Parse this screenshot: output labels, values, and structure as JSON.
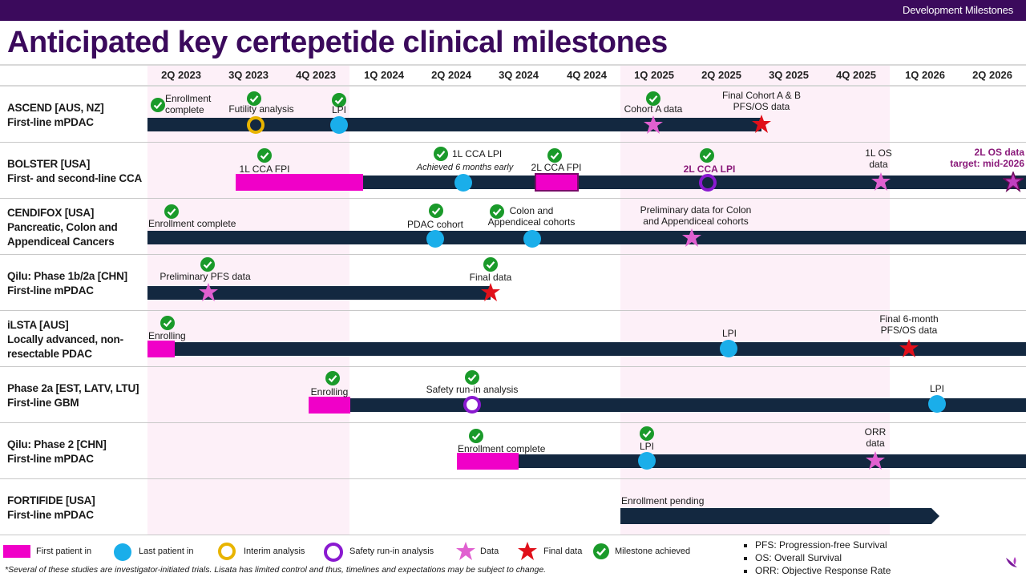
{
  "header": {
    "section_label": "Development Milestones"
  },
  "title": "Anticipated key certepetide clinical milestones",
  "quarters": [
    "2Q 2023",
    "3Q 2023",
    "4Q 2023",
    "1Q 2024",
    "2Q 2024",
    "3Q 2024",
    "4Q 2024",
    "1Q 2025",
    "2Q 2025",
    "3Q 2025",
    "4Q 2025",
    "1Q 2026",
    "2Q 2026"
  ],
  "trials": [
    {
      "name": "ASCEND [AUS, NZ]",
      "subtitle": "First-line mPDAC",
      "annotations": [
        "Enrollment\ncomplete",
        "Futility analysis",
        "LPI",
        "Cohort A data",
        "Final Cohort A & B\nPFS/OS data"
      ]
    },
    {
      "name": "BOLSTER [USA]",
      "subtitle": "First- and second-line CCA",
      "annotations": [
        "1L CCA FPI",
        "1L CCA LPI",
        "Achieved 6 months early",
        "2L CCA FPI",
        "2L CCA LPI",
        "1L OS\ndata",
        "2L OS data\ntarget: mid-2026"
      ]
    },
    {
      "name": "CENDIFOX [USA]",
      "subtitle": "Pancreatic, Colon and\nAppendiceal Cancers",
      "annotations": [
        "Enrollment complete",
        "PDAC cohort",
        "Colon and\nAppendiceal cohorts",
        "Preliminary data for Colon\nand Appendiceal cohorts"
      ]
    },
    {
      "name": "Qilu: Phase 1b/2a [CHN]",
      "subtitle": "First-line mPDAC",
      "annotations": [
        "Preliminary PFS data",
        "Final data"
      ]
    },
    {
      "name": "iLSTA [AUS]",
      "subtitle": "Locally advanced, non-\nresectable PDAC",
      "annotations": [
        "Enrolling",
        "LPI",
        "Final 6-month\nPFS/OS data"
      ]
    },
    {
      "name": "Phase 2a [EST, LATV, LTU]",
      "subtitle": "First-line GBM",
      "annotations": [
        "Enrolling",
        "Safety run-in analysis",
        "LPI"
      ]
    },
    {
      "name": "Qilu: Phase 2 [CHN]",
      "subtitle": "First-line mPDAC",
      "annotations": [
        "Enrollment complete",
        "LPI",
        "ORR\ndata"
      ]
    },
    {
      "name": "FORTIFIDE [USA]",
      "subtitle": "First-line mPDAC",
      "annotations": [
        "Enrollment pending"
      ]
    }
  ],
  "legend": {
    "first_patient_in": "First patient in",
    "last_patient_in": "Last patient in",
    "interim_analysis": "Interim analysis",
    "safety_run_in": "Safety run-in analysis",
    "data": "Data",
    "final_data": "Final data",
    "milestone_achieved": "Milestone achieved"
  },
  "abbreviations": [
    "PFS: Progression-free Survival",
    "OS: Overall Survival",
    "ORR: Objective Response Rate"
  ],
  "footnote": "*Several of these studies are investigator-initiated trials. Lisata has limited control and thus, timelines and expectations may be subject to change.",
  "colors": {
    "brand_purple": "#3b0a5c",
    "bar_navy": "#132840",
    "fpi_magenta": "#f000c8",
    "lpi_blue": "#1aaeea",
    "interim_gold": "#e8b400",
    "safety_purple": "#8a1ad0",
    "data_pink": "#e060d0",
    "final_red": "#e0101a",
    "check_green": "#1a9a2a",
    "shade_pink": "#fdf0f8"
  },
  "icons": [
    "checkmark-icon",
    "star-data-icon",
    "star-final-icon",
    "lisata-logo-icon"
  ]
}
